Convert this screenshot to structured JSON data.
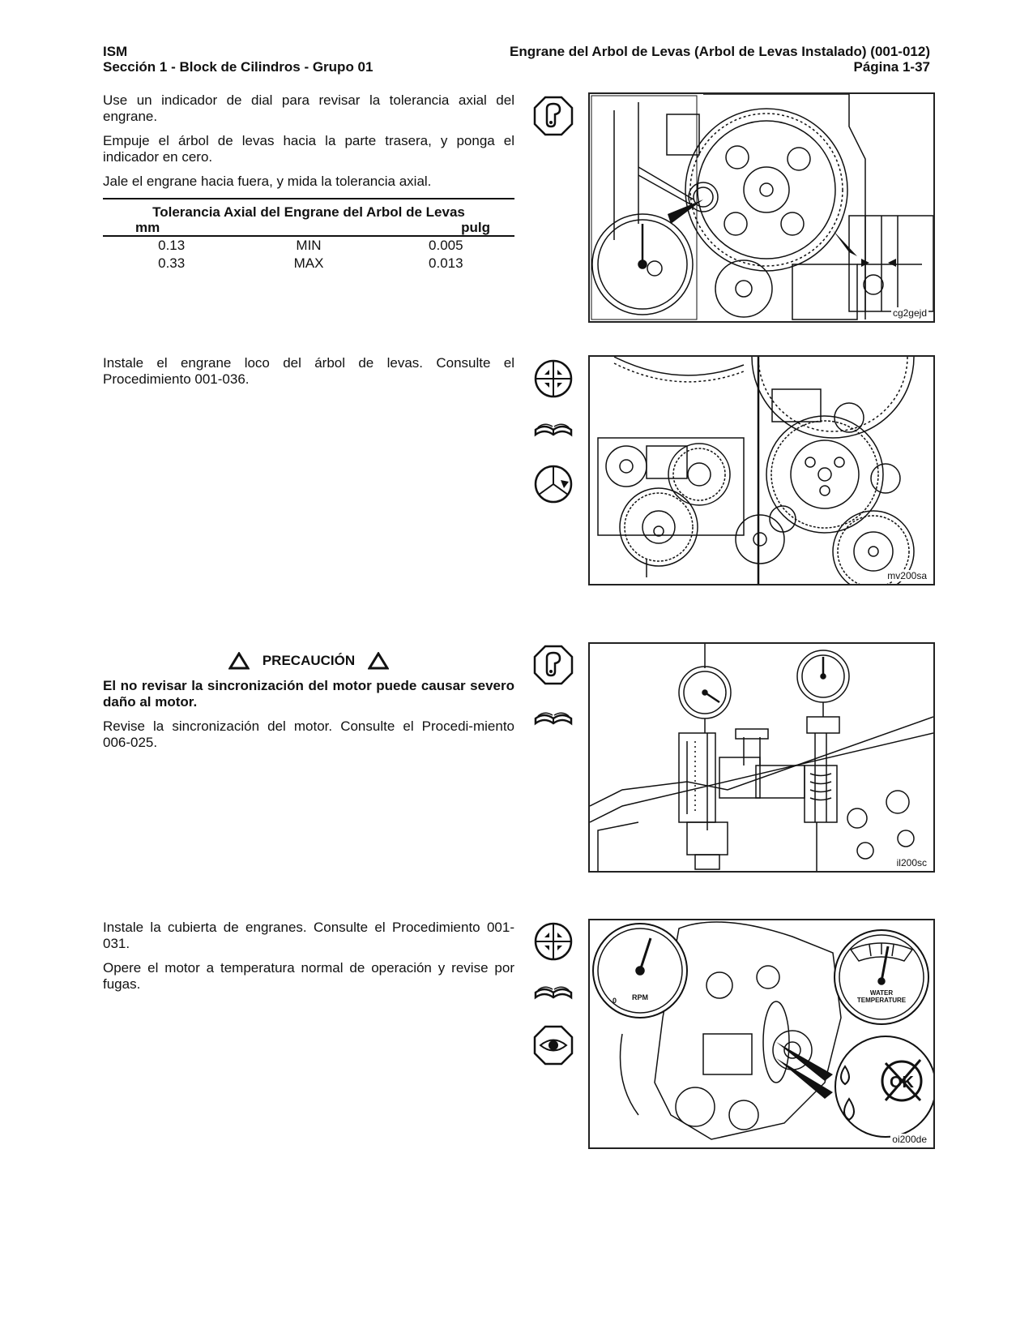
{
  "header": {
    "left_line1": "ISM",
    "left_line2": "Sección 1 - Block de Cilindros - Grupo 01",
    "right_line1": "Engrane del Arbol de Levas (Arbol de Levas Instalado) (001-012)",
    "right_line2": "Página 1-37"
  },
  "section1": {
    "p1": "Use un indicador de dial para revisar la tolerancia axial del engrane.",
    "p2": "Empuje el árbol de levas hacia la parte trasera, y ponga el indicador en cero.",
    "p3": "Jale el engrane hacia fuera, y mida la tolerancia axial.",
    "table": {
      "title": "Tolerancia Axial del Engrane del Arbol de Levas",
      "col_mm": "mm",
      "col_in": "pulg",
      "rows": [
        {
          "mm": "0.13",
          "label": "MIN",
          "in": "0.005"
        },
        {
          "mm": "0.33",
          "label": "MAX",
          "in": "0.013"
        }
      ]
    },
    "figure_label": "cg2gejd",
    "icons": [
      "inspect-icon"
    ]
  },
  "section2": {
    "p1": "Instale el engrane loco del árbol de levas. Consulte el Procedimiento 001-036.",
    "figure_label": "mv200sa",
    "icons": [
      "assemble-icon",
      "manual-reference-icon",
      "install-icon"
    ]
  },
  "section3": {
    "caution_title": "PRECAUCIÓN",
    "warning": "El no revisar la sincronización del motor puede causar severo daño al motor.",
    "p1": "Revise la sincronización del motor. Consulte el Procedi-miento 006-025.",
    "figure_label": "il200sc",
    "icons": [
      "inspect-icon",
      "manual-reference-icon"
    ]
  },
  "section4": {
    "p1": "Instale la cubierta de engranes. Consulte el Procedimiento 001-031.",
    "p2": "Opere el motor a temperatura normal de operación y revise por fugas.",
    "figure_label": "oi200de",
    "gauge_rpm": "RPM",
    "gauge_zero": "0",
    "gauge_temp_line1": "WATER",
    "gauge_temp_line2": "TEMPERATURE",
    "ok_text": "OK",
    "icons": [
      "assemble-icon",
      "manual-reference-icon",
      "visual-inspect-icon"
    ]
  }
}
